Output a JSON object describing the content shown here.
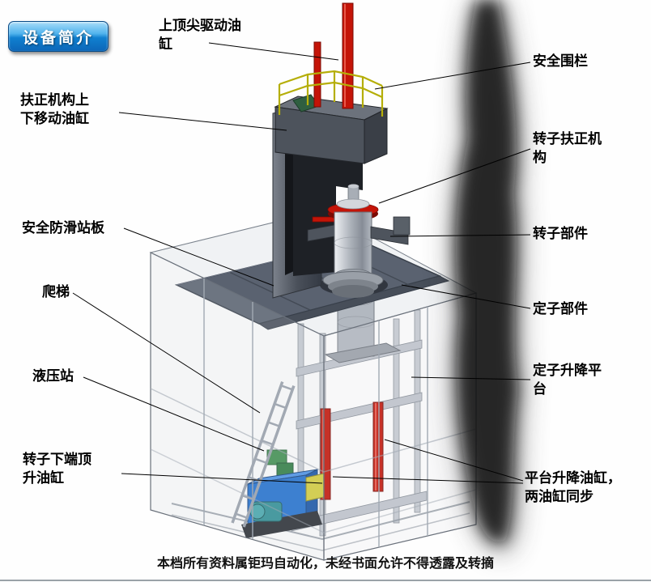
{
  "badge": {
    "label": "设备简介"
  },
  "labels": [
    {
      "id": "top-center-drive-cylinder",
      "text": "上顶尖驱动油\n缸"
    },
    {
      "id": "safety-fence",
      "text": "安全围栏"
    },
    {
      "id": "centering-updown-cylinder",
      "text": "扶正机构上\n下移动油缸"
    },
    {
      "id": "rotor-centering-mechanism",
      "text": "转子扶正机\n构"
    },
    {
      "id": "antislip-platform",
      "text": "安全防滑站板"
    },
    {
      "id": "rotor-part",
      "text": "转子部件"
    },
    {
      "id": "ladder",
      "text": "爬梯"
    },
    {
      "id": "stator-part",
      "text": "定子部件"
    },
    {
      "id": "hydraulic-station",
      "text": "液压站"
    },
    {
      "id": "stator-lifting-platform",
      "text": "定子升降平\n台"
    },
    {
      "id": "rotor-bottom-jack-cylinder",
      "text": "转子下端顶\n升油缸"
    },
    {
      "id": "platform-lifting-cylinders",
      "text": "平台升降油缸，\n两油缸同步"
    }
  ],
  "footer": {
    "text": "本档所有资料属钜玛自动化，未经书面允许不得透露及转摘"
  },
  "colors": {
    "badge_blue": "#1080d0",
    "cylinder_red": "#c41408",
    "railing_yellow": "#b5ae08",
    "hydraulic_blue": "#1f6fd0",
    "floor_gray": "#5a6270"
  }
}
